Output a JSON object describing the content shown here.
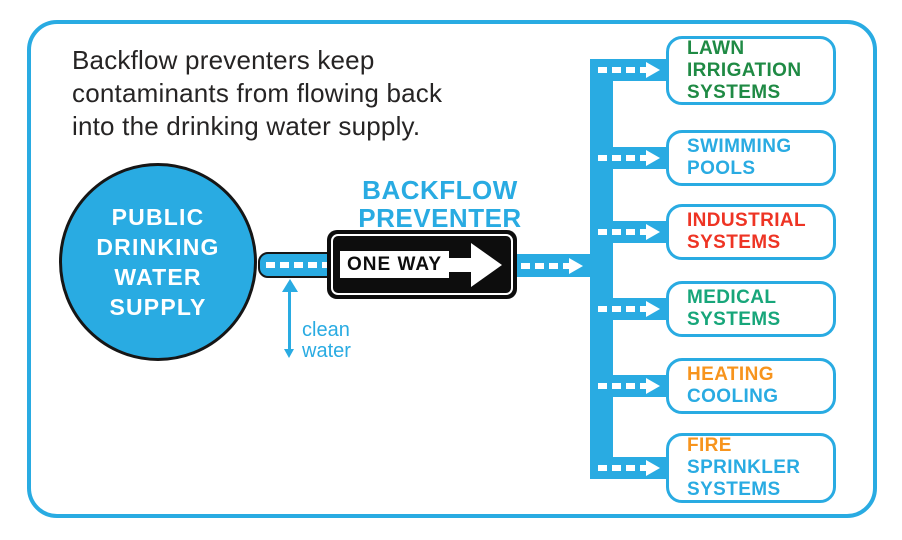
{
  "colors": {
    "accent_blue": "#29ABE2",
    "sign_black": "#0d0d0d",
    "lawn_green": "#1F8A44",
    "medical_green": "#17A67A",
    "industrial_red": "#EE3424",
    "orange": "#F7941D",
    "text_black": "#262424"
  },
  "intro": {
    "lines": [
      "Backflow preventers keep",
      "contaminants from flowing back",
      "into the drinking water supply."
    ]
  },
  "source": {
    "lines": [
      "PUBLIC",
      "DRINKING",
      "WATER",
      "SUPPLY"
    ]
  },
  "preventer": {
    "label_lines": [
      "BACKFLOW",
      "PREVENTER"
    ],
    "sign_text": "ONE WAY"
  },
  "clean_water": {
    "lines": [
      "clean",
      "water"
    ]
  },
  "destinations": [
    {
      "name": "lawn-irrigation-systems",
      "lines": [
        {
          "text": "LAWN",
          "color": "#1F8A44"
        },
        {
          "text": "IRRIGATION",
          "color": "#1F8A44"
        },
        {
          "text": "SYSTEMS",
          "color": "#1F8A44"
        }
      ]
    },
    {
      "name": "swimming-pools",
      "lines": [
        {
          "text": "SWIMMING",
          "color": "#29ABE2"
        },
        {
          "text": "POOLS",
          "color": "#29ABE2"
        }
      ]
    },
    {
      "name": "industrial-systems",
      "lines": [
        {
          "text": "INDUSTRIAL",
          "color": "#EE3424"
        },
        {
          "text": "SYSTEMS",
          "color": "#EE3424"
        }
      ]
    },
    {
      "name": "medical-systems",
      "lines": [
        {
          "text": "MEDICAL",
          "color": "#17A67A"
        },
        {
          "text": "SYSTEMS",
          "color": "#17A67A"
        }
      ]
    },
    {
      "name": "heating-cooling",
      "lines": [
        {
          "text": "HEATING",
          "color": "#F7941D"
        },
        {
          "text": "COOLING",
          "color": "#29ABE2"
        }
      ]
    },
    {
      "name": "fire-sprinkler-systems",
      "lines": [
        {
          "text": "FIRE",
          "color": "#F7941D"
        },
        {
          "text": "SPRINKLER",
          "color": "#29ABE2"
        },
        {
          "text": "SYSTEMS",
          "color": "#29ABE2"
        }
      ]
    }
  ]
}
